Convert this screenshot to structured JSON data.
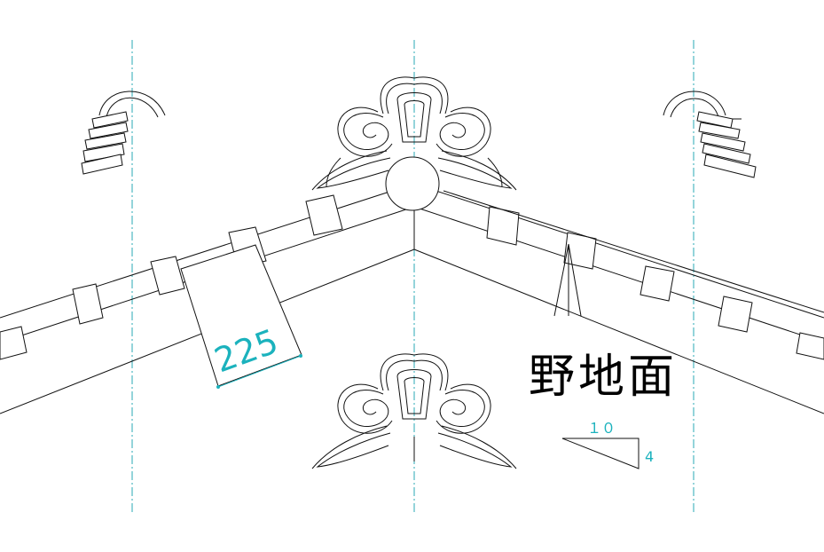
{
  "colors": {
    "line": "#111111",
    "center_line": "#2aa9b4",
    "dimension": "#1bb2bd",
    "background": "#ffffff"
  },
  "dimension": {
    "value": "225"
  },
  "label": {
    "text": "野地面"
  },
  "slope": {
    "run": "１０",
    "rise": "4"
  }
}
